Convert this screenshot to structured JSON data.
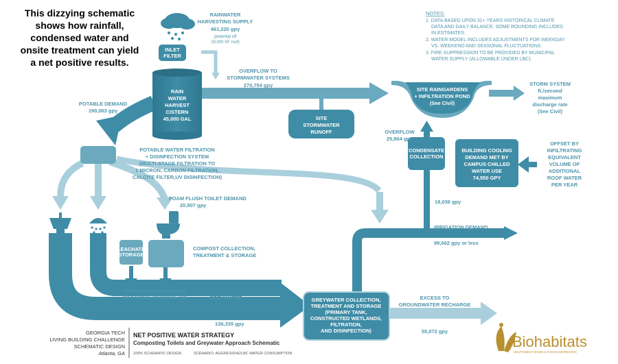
{
  "caption": [
    "This dizzying schematic",
    "shows how rainfall,",
    "condensed water and",
    "onsite treatment can yield",
    "a net positive results."
  ],
  "notes": {
    "title": "NOTES:",
    "lines": [
      "1. DATA BASED UPON 31+ YEARS HISTORICAL CLIMATE",
      "DATA AND DAILY BALANCE. SOME ROUNDING INCLUDED",
      "IN ESTIMATES.",
      "2. WATER MODEL INCLUDES ADJUSTMENTS FOR WEEKDAY",
      "VS. WEEKEND AND SEASONAL FLUCTUATIONS.",
      "3. FIRE SUPPRESSION TO BE PROVIDED BY MUNICIPAL",
      "WATER SUPPLY (ALLOWABLE UNDER LBC)."
    ]
  },
  "rainwater": {
    "title1": "RAINWATER",
    "title2": "HARVESTING SUPPLY",
    "value": "461,220 gpy",
    "note1": "(potential off",
    "note2": "19,000 SF roof)"
  },
  "inlet_filter": [
    "INLET",
    "FILTER"
  ],
  "cistern": [
    "RAIN",
    "WATER",
    "HARVEST",
    "CISTERN",
    "45,000 GAL"
  ],
  "overflow_storm": {
    "line1": "OVERFLOW TO",
    "line2": "STORMWATER SYSTEMS",
    "value": "270,754 gpy"
  },
  "potable_demand": {
    "label": "POTABLE DEMAND",
    "value": "190,063 gpy"
  },
  "site_runoff": [
    "SITE",
    "STORMWATER",
    "RUNOFF"
  ],
  "raingardens": [
    "SITE RAINGARDENS",
    "+ INFILTRATION POND",
    "(See Civil)"
  ],
  "storm_system": [
    "STORM SYSTEM",
    "ft./second",
    "maximum",
    "discharge rate",
    "(See Civil)"
  ],
  "overflow_small": {
    "label": "OVERFLOW",
    "value": "25,864 gpy"
  },
  "condensate": [
    "CONDENSATE",
    "COLLECTION"
  ],
  "cooling": [
    "BUILDING COOLING",
    "DEMAND MET BY",
    "CAMPUS CHILLED",
    "WATER USE",
    "74,550  GPY"
  ],
  "offset": [
    "OFFSET BY",
    "INFILTRATING",
    "EQUIVALENT",
    "VOLUME OF",
    "ADDITIONAL",
    "ROOF WATER",
    "PER YEAR"
  ],
  "filtration": [
    "POTABLE WATER FILTRATION",
    "+ DISINFECTION SYSTEM",
    "(MULTI-STAGE FILTRATION TO",
    "1 MICRON, CARBON FILTRATION,",
    "CALCITE FILTER,UV DISINFECTION)"
  ],
  "condensate_flow": "18,036 gpy",
  "foam_flush": {
    "label": "FOAM FLUSH TOILET DEMAND",
    "value": "20,907 gpy"
  },
  "irrigation": {
    "label": "IRRIGATION DEMAND",
    "value": "99,662 gpy or less"
  },
  "leachate": [
    "LEACHATE",
    "STORAGE"
  ],
  "compost": [
    "COMPOST COLLECTION,",
    "TREATMENT & STORAGE"
  ],
  "periodic": [
    "PERIODIC REMOVAL TO SITE",
    "OR CAMPUS / REGIONAL USE"
  ],
  "greywater": {
    "label": "GREYWATER",
    "value": "136,335 gpy"
  },
  "greywater_box": [
    "GREYWATER COLLECTION,",
    "TREATMENT AND STORAGE",
    "(PRIMARY TANK,",
    "CONSTRUCTED WETLANDS,",
    "FILTRATION,",
    "AND DISINFECTION)"
  ],
  "recharge": {
    "line1": "EXCESS TO",
    "line2": "GROUNDWATER RECHARGE",
    "value": "55,072 gpy"
  },
  "project": [
    "GEORGIA TECH",
    "LIVING BUILDING CHALLENGE",
    "SCHEMATIC DESIGN",
    "Atlanta, GA"
  ],
  "strategy": {
    "title": "NET POSITIVE WATER STRATEGY",
    "subtitle": "Composting Toilets and Greywater Approach Schematic",
    "footer1": "100% SCHEMATIC DESIGN",
    "footer2": "SCENARIO: AGGRESSIVE/LBC WATER CONSUMPTION"
  },
  "brand": {
    "name": "Biohabitats",
    "tagline": "SOUTHWEST BASIN & RANGE BIOREGION"
  },
  "colors": {
    "primary": "#3f8ca6",
    "medium": "#6aa9be",
    "light": "#a9cfdc",
    "label": "#4f95ac",
    "brand_gold": "#b9902f"
  }
}
